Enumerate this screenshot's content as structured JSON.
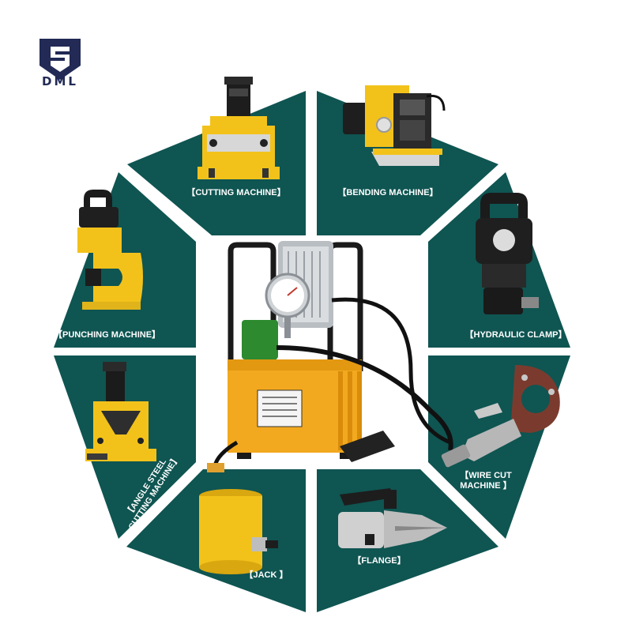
{
  "brand": {
    "logo_text": "DML",
    "accent_color": "#0f5552",
    "logo_color": "#222a55"
  },
  "center_product": {
    "icon": "hydraulic-pump-icon"
  },
  "segments": [
    {
      "label": "【CUTTING MACHINE】",
      "icon": "cutting-machine-icon"
    },
    {
      "label": "【BENDING MACHINE】",
      "icon": "bending-machine-icon"
    },
    {
      "label": "【HYDRAULIC CLAMP】",
      "icon": "hydraulic-clamp-icon"
    },
    {
      "label": "【WIRE CUT",
      "label_line2": "MACHINE 】",
      "icon": "wire-cutter-icon"
    },
    {
      "label": "【FLANGE】",
      "icon": "flange-spreader-icon"
    },
    {
      "label": "【JACK 】",
      "icon": "jack-icon"
    },
    {
      "label": "【ANGLE STEEL",
      "label_line2": "CUTTING MACHINE】",
      "icon": "angle-steel-cutter-icon"
    },
    {
      "label": "【PUNCHING MACHINE】",
      "icon": "punching-machine-icon"
    }
  ]
}
